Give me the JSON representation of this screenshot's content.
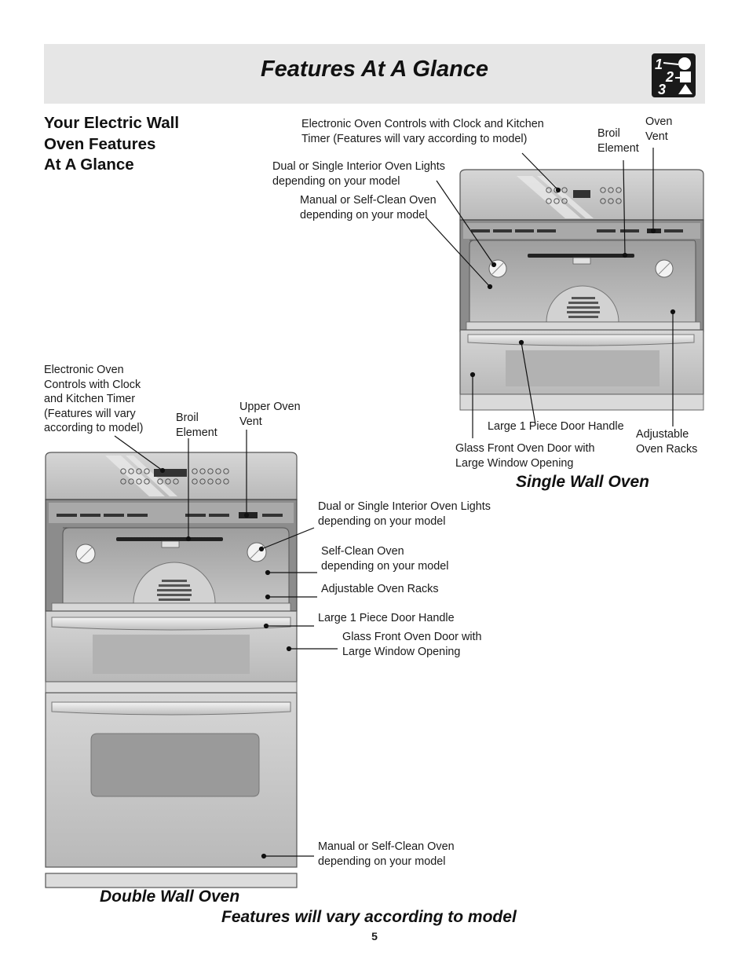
{
  "header": {
    "title": "Features At A Glance"
  },
  "section_heading": "Your Electric Wall\nOven Features\nAt A Glance",
  "single_oven": {
    "caption": "Single Wall Oven",
    "labels": {
      "controls": "Electronic Oven Controls with Clock and Kitchen\nTimer (Features will vary according to model)",
      "broil": "Broil\nElement",
      "vent": "Oven\nVent",
      "lights": "Dual or Single Interior Oven Lights\ndepending on your model",
      "clean": "Manual or Self-Clean Oven\ndepending on your model",
      "handle": "Large 1 Piece Door Handle",
      "racks": "Adjustable\nOven Racks",
      "door": "Glass Front Oven Door with\nLarge Window Opening"
    }
  },
  "double_oven": {
    "caption": "Double Wall Oven",
    "labels": {
      "controls": "Electronic Oven\nControls with Clock\nand Kitchen Timer\n(Features will vary\naccording to model)",
      "broil": "Broil\nElement",
      "vent": "Upper Oven\nVent",
      "lights": "Dual or Single Interior Oven Lights\ndepending on your model",
      "clean": "Self-Clean Oven\ndepending on your model",
      "racks": "Adjustable Oven Racks",
      "handle": "Large 1 Piece Door Handle",
      "door": "Glass Front Oven Door with\nLarge Window Opening",
      "lower_clean": "Manual or Self-Clean Oven\ndepending on your model"
    }
  },
  "footer_note": "Features will vary according to model",
  "page_number": "5",
  "logo": {
    "icon": "steps-123-icon",
    "digits": [
      "1",
      "2",
      "3"
    ]
  }
}
